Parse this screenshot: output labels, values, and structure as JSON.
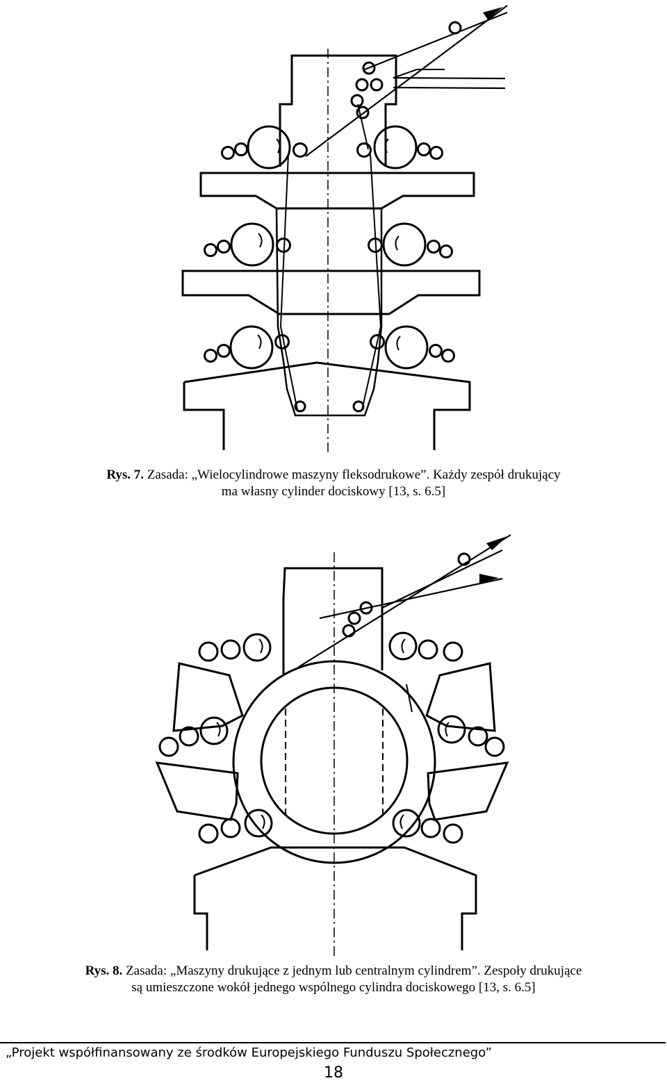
{
  "figure1": {
    "caption_label": "Rys. 7.",
    "caption_line1": "Zasada: „Wielocylindrowe maszyny fleksodrukowe”. Każdy zespół drukujący",
    "caption_line2": "ma własny cylinder dociskowy [13, s. 6.5]"
  },
  "figure2": {
    "caption_label": "Rys. 8.",
    "caption_line1": "Zasada: „Maszyny drukujące z jednym lub centralnym cylindrem”. Zespoły drukujące",
    "caption_line2": "są umieszczone wokół jednego wspólnego cylindra dociskowego [13, s. 6.5]"
  },
  "footer": {
    "text": "„Projekt współfinansowany ze środków Europejskiego Funduszu Społecznego”",
    "page_number": "18"
  },
  "colors": {
    "ink": "#000000",
    "paper": "#ffffff"
  }
}
